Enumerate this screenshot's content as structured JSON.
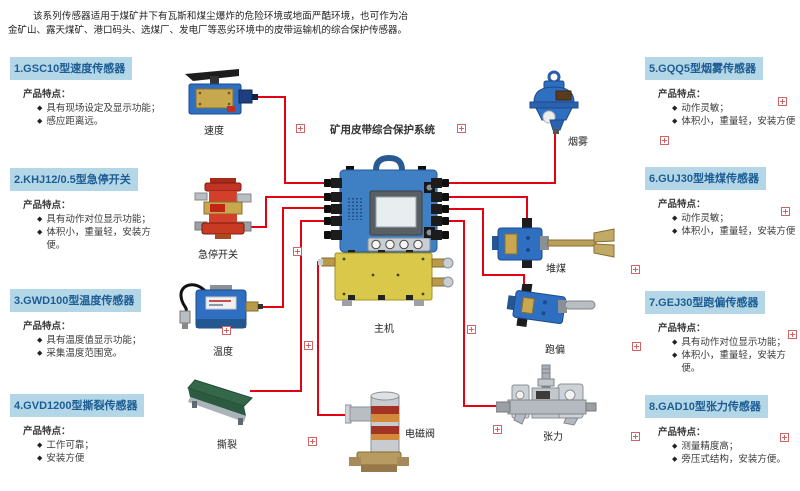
{
  "ui": {
    "bullet": "◆"
  },
  "intro": "该系列传感器适用于煤矿井下有瓦斯和煤尘爆炸的危险环境或地面严酷环境，也可作为冶金矿山、露天煤矿、港口码头、选煤厂、发电厂等恶劣环境中的皮带运输机的综合保护传感器。",
  "system": {
    "title": "矿用皮带综合保护系统"
  },
  "devices": {
    "speed": "速度",
    "estop": "急停开关",
    "temperature": "温度",
    "tear": "撕裂",
    "host": "主机",
    "valve": "电磁阀",
    "smoke": "烟雾",
    "coal": "堆煤",
    "deviation": "跑偏",
    "tension": "张力"
  },
  "panels": {
    "features_label": "产品特点：",
    "left": [
      {
        "title": "1.GSC10型速度传感器",
        "features": [
          "具有现场设定及显示功能；",
          "感应距离远。"
        ]
      },
      {
        "title": "2.KHJ12/0.5型急停开关",
        "features": [
          "具有动作对位显示功能；",
          "体积小，重量轻，安装方便。"
        ]
      },
      {
        "title": "3.GWD100型温度传感器",
        "features": [
          "具有温度值显示功能；",
          "采集温度范围宽。"
        ]
      },
      {
        "title": "4.GVD1200型撕裂传感器",
        "features": [
          "工作可靠；",
          "安装方便"
        ]
      }
    ],
    "right": [
      {
        "title": "5.GQQ5型烟雾传感器",
        "features": [
          "动作灵敏；",
          "体积小，重量轻，安装方便"
        ]
      },
      {
        "title": "6.GUJ30型堆煤传感器",
        "features": [
          "动作灵敏；",
          "体积小，重量轻，安装方便"
        ]
      },
      {
        "title": "7.GEJ30型跑偏传感器",
        "features": [
          "具有动作对位显示功能；",
          "体积小，重量轻，安装方便。"
        ]
      },
      {
        "title": "8.GAD10型张力传感器",
        "features": [
          "测量精度高；",
          "旁压式结构，安装方便。"
        ]
      }
    ]
  },
  "colors": {
    "wire": "#e50012",
    "header_bg": "#b4d7e8",
    "header_text": "#1e5d93",
    "marker": "#cc6666",
    "host_blue": "#3f80c4",
    "junction_yellow": "#d9c849"
  }
}
